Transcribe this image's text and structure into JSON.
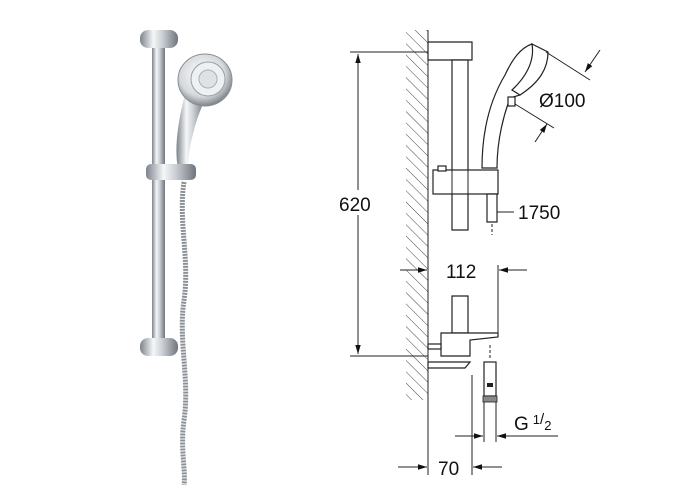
{
  "drawing": {
    "dimensions": {
      "height": "620",
      "head_diameter": "Ø100",
      "hose_length": "1750",
      "projection": "112",
      "wall_offset": "70",
      "thread": "G",
      "thread_size_num": "1",
      "thread_size_den": "2"
    }
  },
  "colors": {
    "line": "#222222",
    "chrome_dark": "#8a8f96",
    "chrome_light": "#f4f6f8"
  }
}
